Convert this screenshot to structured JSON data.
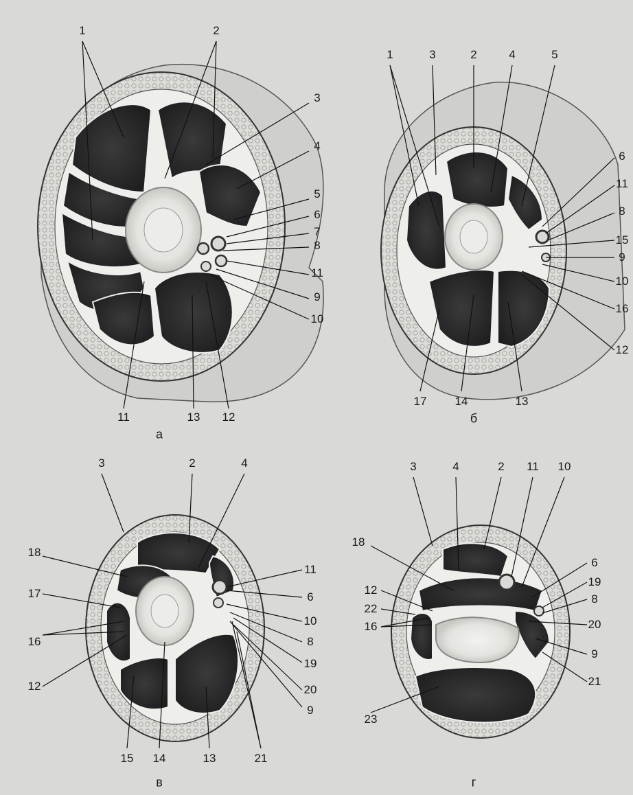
{
  "panels": [
    {
      "id": "a",
      "letter": "а",
      "labels": [
        "1",
        "2",
        "3",
        "4",
        "5",
        "6",
        "7",
        "8",
        "11",
        "9",
        "10",
        "11",
        "13",
        "12"
      ]
    },
    {
      "id": "b",
      "letter": "б",
      "labels": [
        "1",
        "3",
        "2",
        "4",
        "5",
        "6",
        "11",
        "8",
        "15",
        "9",
        "10",
        "16",
        "12",
        "17",
        "14",
        "13"
      ]
    },
    {
      "id": "v",
      "letter": "в",
      "labels": [
        "3",
        "2",
        "4",
        "11",
        "18",
        "6",
        "10",
        "17",
        "8",
        "19",
        "16",
        "20",
        "12",
        "9",
        "15",
        "14",
        "13",
        "21"
      ]
    },
    {
      "id": "g",
      "letter": "г",
      "labels": [
        "3",
        "4",
        "2",
        "11",
        "10",
        "18",
        "6",
        "19",
        "12",
        "22",
        "8",
        "16",
        "20",
        "9",
        "21",
        "23"
      ]
    }
  ]
}
